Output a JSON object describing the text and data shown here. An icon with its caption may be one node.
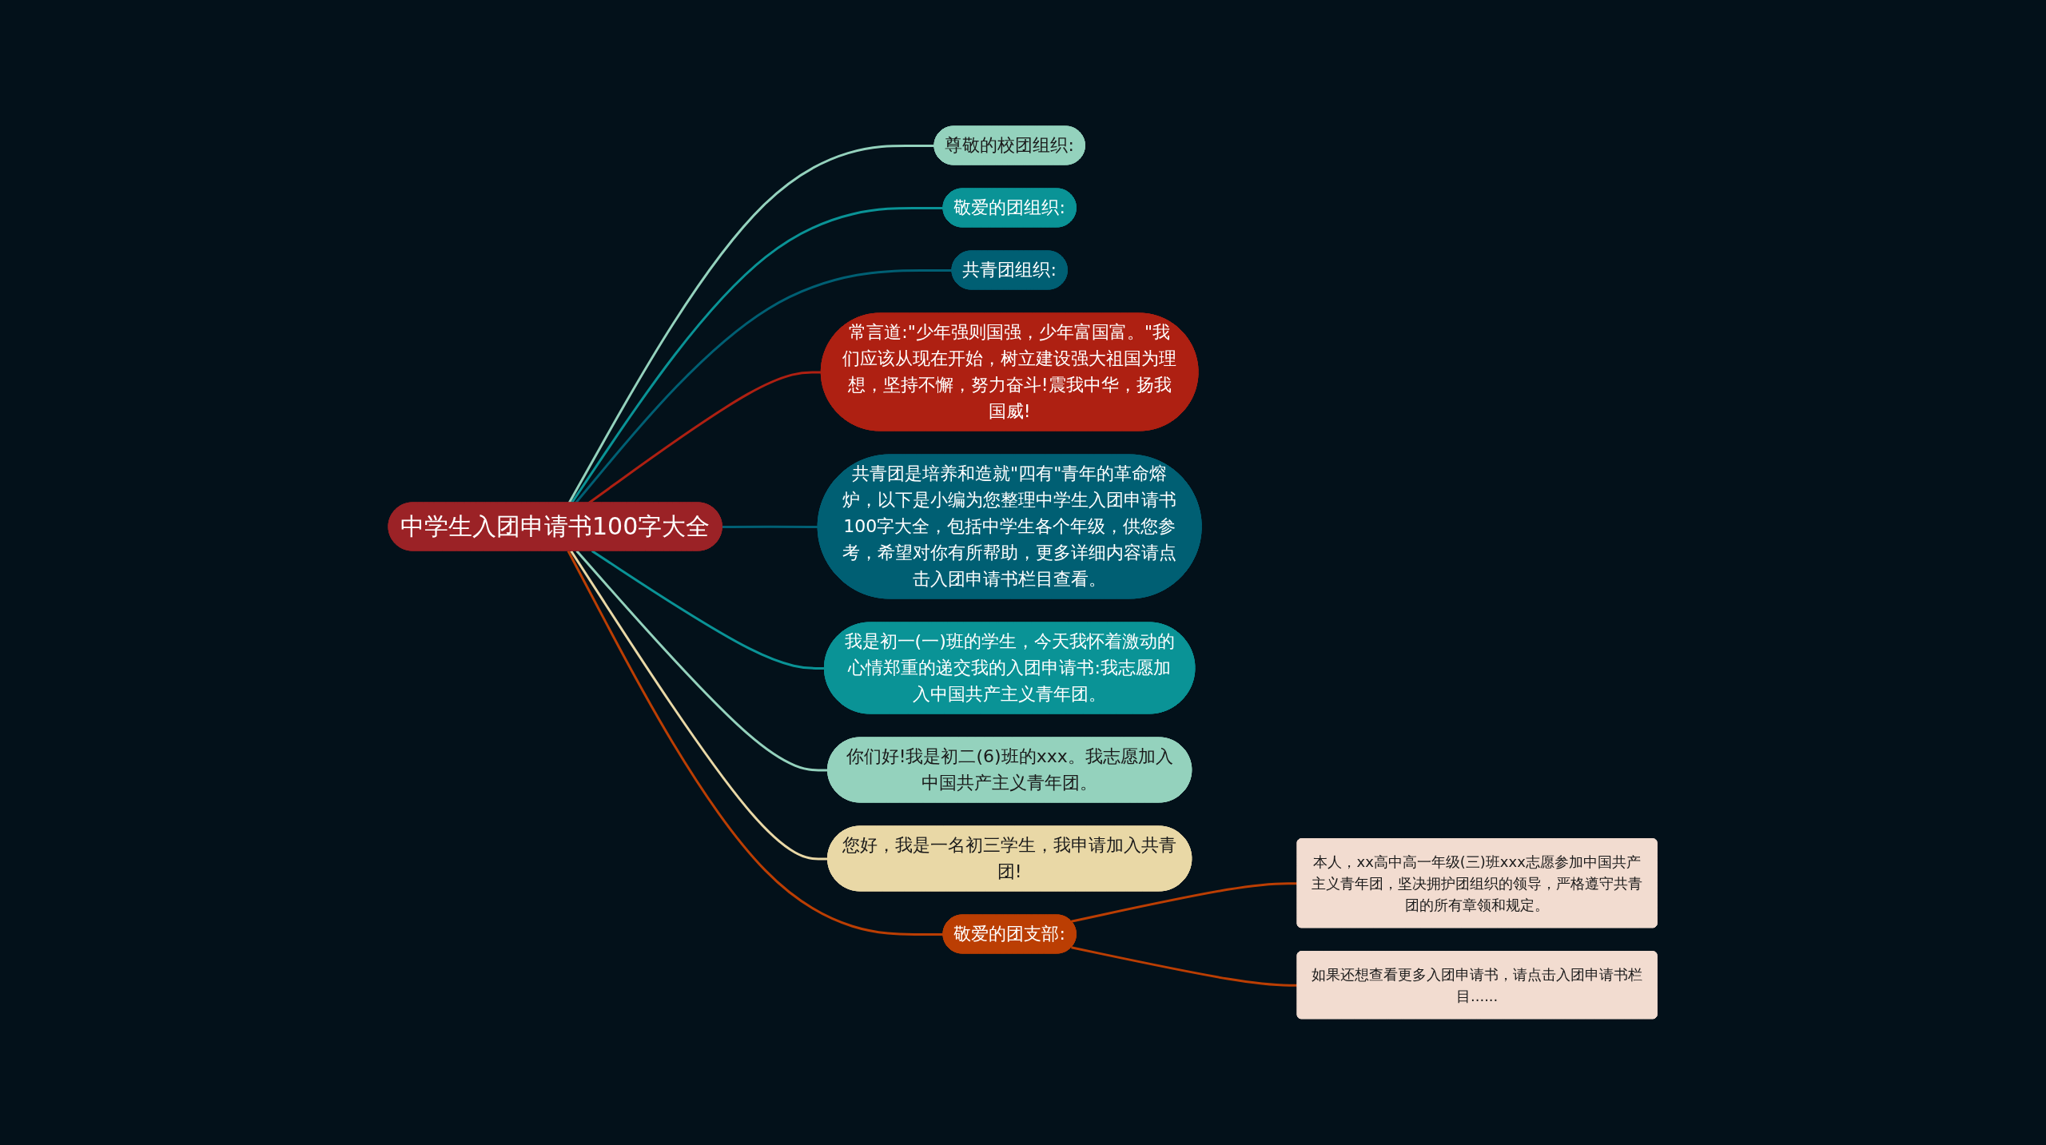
{
  "diagram": {
    "nodes": [
      {
        "text": [
          "中学生入团申请书100字大全"
        ]
      },
      {
        "text": [
          "尊敬的校团组织:"
        ]
      },
      {
        "text": [
          "敬爱的团组织:"
        ]
      },
      {
        "text": [
          "共青团组织:"
        ]
      },
      {
        "text": [
          "常言道:\"少年强则国强，少年富国富。\"我们应该从现在开始，树立建设强大祖国为理想，坚持不懈，努力奋斗!震我中华，扬我国威!"
        ]
      },
      {
        "text": [
          "共青团是培养和造就\"四有\"青年的革命熔炉，以下是小编为您整理中学生入团申请书100字大全，包括中学生各个年级，供您参考，希望对你有所帮助，更多详细内容请点击入团申请书栏目查看。"
        ]
      },
      {
        "text": [
          "我是初一(一)班的学生，今天我怀着激动的心情郑重的递交我的入团申请书:我志愿加入中国共产主义青年团。"
        ]
      },
      {
        "text": [
          "你们好!我是初二(6)班的xxx。我志愿加入中国共产主义青年团。"
        ]
      },
      {
        "text": [
          "您好，我是一名初三学生，我申请加入共青团!"
        ]
      },
      {
        "text": [
          "敬爱的团支部:"
        ]
      },
      {
        "text": [
          "本人，xx高中高一年级(三)班xxx志愿参加中国共产主义青年团，坚决拥护团组织的领导，严格遵守共青团的所有章领和规定。"
        ]
      },
      {
        "text": [
          "如果还想查看更多入团申请书，请点击入团申请书栏目......"
        ]
      }
    ],
    "edges": [
      {
        "from": 0,
        "to": 1,
        "arrow": "none",
        "color": "#94d2bd"
      },
      {
        "from": 0,
        "to": 2,
        "arrow": "none",
        "color": "#0a9396"
      },
      {
        "from": 0,
        "to": 3,
        "arrow": "none",
        "color": "#005f73"
      },
      {
        "from": 0,
        "to": 4,
        "arrow": "none",
        "color": "#ae2012"
      },
      {
        "from": 0,
        "to": 5,
        "arrow": "none",
        "color": "#005f73"
      },
      {
        "from": 0,
        "to": 6,
        "arrow": "none",
        "color": "#0a9396"
      },
      {
        "from": 0,
        "to": 7,
        "arrow": "none",
        "color": "#94d2bd"
      },
      {
        "from": 0,
        "to": 8,
        "arrow": "none",
        "color": "#e9d8a6"
      },
      {
        "from": 0,
        "to": 9,
        "arrow": "none",
        "color": "#bb3e03"
      },
      {
        "from": 9,
        "to": 10,
        "arrow": "none",
        "color": "#bb3e03"
      },
      {
        "from": 9,
        "to": 11,
        "arrow": "none",
        "color": "#bb3e03"
      }
    ]
  }
}
